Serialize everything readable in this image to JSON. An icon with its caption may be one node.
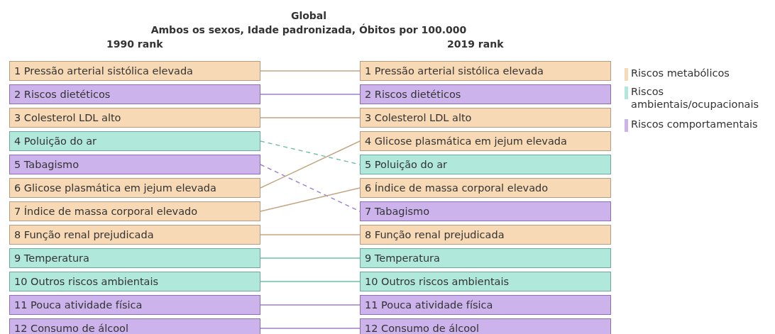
{
  "diagram": {
    "title": "Global",
    "nodes": [
      {
        "text": [
          "1 Pressão arterial sistólica elevada"
        ]
      },
      {
        "text": [
          "2 Riscos dietéticos"
        ]
      },
      {
        "text": [
          "3 Colesterol LDL alto"
        ]
      },
      {
        "text": [
          "4 Poluição do ar"
        ]
      },
      {
        "text": [
          "5 Tabagismo"
        ]
      },
      {
        "text": [
          "6 Glicose plasmática em jejum elevada"
        ]
      },
      {
        "text": [
          "7 Índice de massa corporal elevado"
        ]
      },
      {
        "text": [
          "8 Função renal prejudicada"
        ]
      },
      {
        "text": [
          "9 Temperatura"
        ]
      },
      {
        "text": [
          "10 Outros riscos ambientais"
        ]
      },
      {
        "text": [
          "11 Pouca atividade física"
        ]
      },
      {
        "text": [
          "12 Consumo de álcool"
        ]
      },
      {
        "text": [
          "1 Pressão arterial sistólica elevada"
        ]
      },
      {
        "text": [
          "2 Riscos dietéticos"
        ]
      },
      {
        "text": [
          "3 Colesterol LDL alto"
        ]
      },
      {
        "text": [
          "4 Glicose plasmática em jejum elevada"
        ]
      },
      {
        "text": [
          "5 Poluição do ar"
        ]
      },
      {
        "text": [
          "6 Índice de massa corporal elevado"
        ]
      },
      {
        "text": [
          "7 Tabagismo"
        ]
      },
      {
        "text": [
          "8 Função renal prejudicada"
        ]
      },
      {
        "text": [
          "9 Temperatura"
        ]
      },
      {
        "text": [
          "10 Outros riscos ambientais"
        ]
      },
      {
        "text": [
          "11 Pouca atividade física"
        ]
      },
      {
        "text": [
          "12 Consumo de álcool"
        ]
      }
    ],
    "edges": [
      {
        "from": 0,
        "to": 12,
        "arrow": "none"
      },
      {
        "from": 1,
        "to": 13,
        "arrow": "none",
        "color": "#9c7fc9"
      },
      {
        "from": 2,
        "to": 14,
        "arrow": "none"
      },
      {
        "from": 3,
        "to": 16,
        "arrow": "none",
        "style": "dashed",
        "color": "#6fbfa8"
      },
      {
        "from": 4,
        "to": 18,
        "arrow": "none",
        "style": "dashed",
        "color": "#9c7fc9"
      },
      {
        "from": 5,
        "to": 15,
        "arrow": "none"
      },
      {
        "from": 6,
        "to": 17,
        "arrow": "none"
      },
      {
        "from": 7,
        "to": 19,
        "arrow": "none"
      },
      {
        "from": 8,
        "to": 20,
        "arrow": "none",
        "color": "#6fbfa8"
      },
      {
        "from": 9,
        "to": 21,
        "arrow": "none",
        "color": "#6fbfa8"
      },
      {
        "from": 10,
        "to": 22,
        "arrow": "none",
        "color": "#9c7fc9"
      },
      {
        "from": 11,
        "to": 23,
        "arrow": "none",
        "color": "#9c7fc9"
      }
    ],
    "labels": [
      "Ambos os sexos, Idade padronizada, Óbitos por 100.000",
      "1990 rank",
      "2019 rank"
    ],
    "legend": [
      {
        "text": "Riscos metabólicos",
        "color": "#f8d9b5"
      },
      {
        "text": "Riscos ambientais/ocupacionais",
        "color": "#b0e8dc"
      },
      {
        "text": "Riscos comportamentais",
        "color": "#cdb3ec"
      }
    ]
  }
}
